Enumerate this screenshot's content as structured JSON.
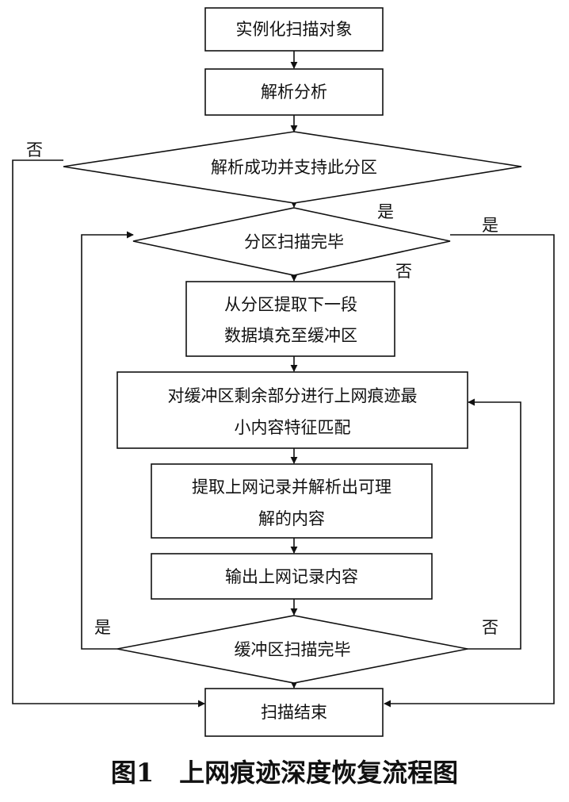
{
  "nodes": {
    "instantiate": "实例化扫描对象",
    "parse": "解析分析",
    "parse_success": "解析成功并支持此分区",
    "partition_done": "分区扫描完毕",
    "extract_line1": "从分区提取下一段",
    "extract_line2": "数据填充至缓冲区",
    "match_line1": "对缓冲区剩余部分进行上网痕迹最",
    "match_line2": "小内容特征匹配",
    "record_line1": "提取上网记录并解析出可理",
    "record_line2": "解的内容",
    "output": "输出上网记录内容",
    "buffer_done": "缓冲区扫描完毕",
    "end": "扫描结束"
  },
  "edge_labels": {
    "parse_fail_no": "否",
    "parse_success_yes": "是",
    "partition_done_yes": "是",
    "partition_done_no": "否",
    "buffer_done_yes": "是",
    "buffer_done_no": "否"
  },
  "caption": "图1　上网痕迹深度恢复流程图"
}
